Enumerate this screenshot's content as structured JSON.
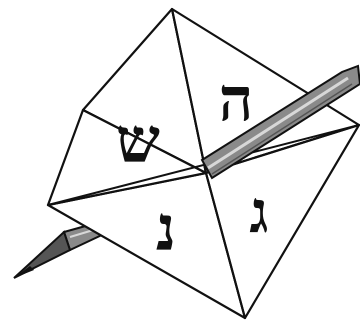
{
  "illustration": {
    "letters": {
      "top_left": "ש",
      "top_right": "ה",
      "bottom_left": "נ",
      "bottom_right": "ג"
    },
    "colors": {
      "ink": "#111111",
      "paper": "#ffffff",
      "pencil_body": "#8a8a8a",
      "pencil_highlight": "#d8d8d8"
    }
  }
}
